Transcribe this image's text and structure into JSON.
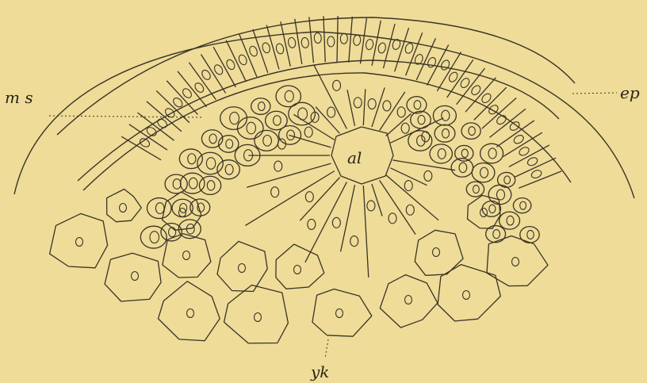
{
  "figure": {
    "labels": {
      "ms": "m s",
      "ep": "ep",
      "al": "al",
      "yk": "yk"
    }
  },
  "colors": {
    "background": "#eedc98",
    "ink": "#3a3326"
  }
}
